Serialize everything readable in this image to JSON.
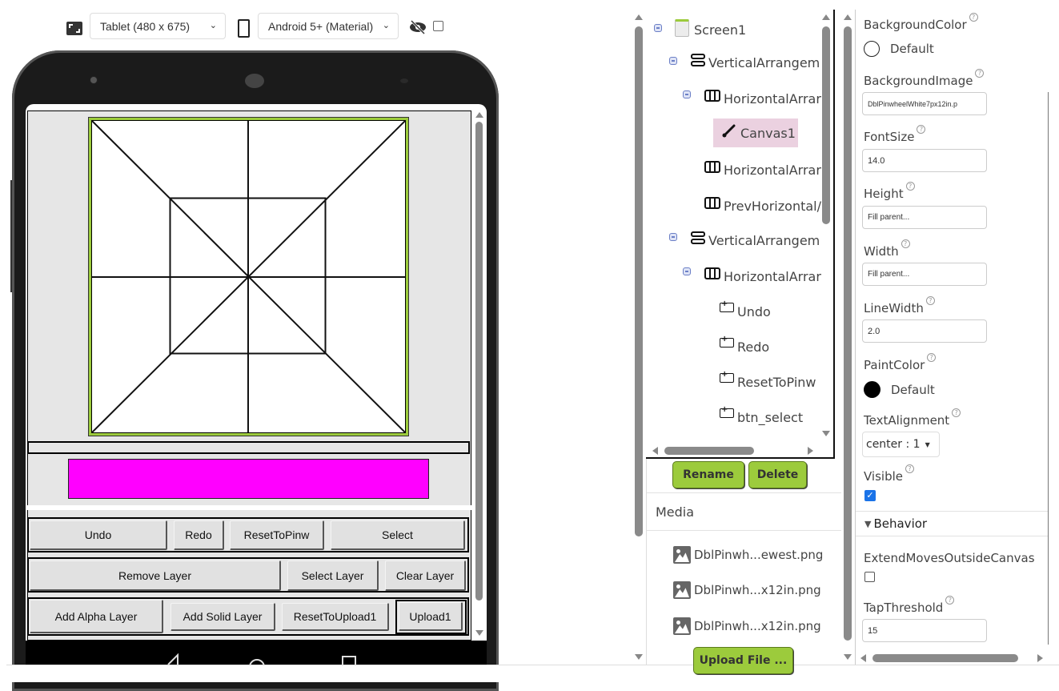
{
  "toolbar": {
    "device_size": "Tablet (480 x 675)",
    "theme": "Android 5+ (Material)",
    "hidden_components_checked": false
  },
  "viewer": {
    "canvas": {
      "background_color": "#ffffff",
      "border_color": "#9ccb3c"
    },
    "color_bar": "#ff00ff",
    "button_rows": [
      [
        "Undo",
        "Redo",
        "ResetToPinw",
        "Select"
      ],
      [
        "Remove Layer",
        "Select Layer",
        "Clear Layer"
      ],
      [
        "Add Alpha Layer",
        "Add Solid Layer",
        "ResetToUpload1",
        "Upload1"
      ]
    ]
  },
  "components": {
    "tree": [
      {
        "label": "Screen1",
        "icon": "screen-icon",
        "level": 0,
        "toggle": true
      },
      {
        "label": "VerticalArrangem",
        "icon": "vertical-arrangement-icon",
        "level": 1,
        "toggle": true
      },
      {
        "label": "HorizontalArrar",
        "icon": "horizontal-arrangement-icon",
        "level": 2,
        "toggle": true
      },
      {
        "label": "Canvas1",
        "icon": "paintbrush-icon",
        "level": 3,
        "selected": true
      },
      {
        "label": "HorizontalArrar",
        "icon": "horizontal-arrangement-icon",
        "level": 2
      },
      {
        "label": "PrevHorizontal/",
        "icon": "horizontal-arrangement-icon",
        "level": 2
      },
      {
        "label": "VerticalArrangem",
        "icon": "vertical-arrangement-icon",
        "level": 1,
        "toggle": true
      },
      {
        "label": "HorizontalArrar",
        "icon": "horizontal-arrangement-icon",
        "level": 2,
        "toggle": true
      },
      {
        "label": "Undo",
        "icon": "button-icon",
        "level": 3
      },
      {
        "label": "Redo",
        "icon": "button-icon",
        "level": 3
      },
      {
        "label": "ResetToPinw",
        "icon": "button-icon",
        "level": 3
      },
      {
        "label": "btn_select",
        "icon": "button-icon",
        "level": 3
      }
    ],
    "rename_label": "Rename",
    "delete_label": "Delete",
    "accent": "#9ccb3c"
  },
  "media": {
    "title": "Media",
    "files": [
      "DblPinwh...ewest.png",
      "DblPinwh...x12in.png",
      "DblPinwh...x12in.png"
    ],
    "upload_label": "Upload File ..."
  },
  "properties": {
    "background_color": {
      "label": "BackgroundColor",
      "value": "Default"
    },
    "background_image": {
      "label": "BackgroundImage",
      "value": "DblPinwheelWhite7px12in.p"
    },
    "font_size": {
      "label": "FontSize",
      "value": "14.0"
    },
    "height": {
      "label": "Height",
      "value": "Fill parent..."
    },
    "width": {
      "label": "Width",
      "value": "Fill parent..."
    },
    "line_width": {
      "label": "LineWidth",
      "value": "2.0"
    },
    "paint_color": {
      "label": "PaintColor",
      "value": "Default"
    },
    "text_alignment": {
      "label": "TextAlignment",
      "value": "center : 1"
    },
    "visible": {
      "label": "Visible",
      "checked": true
    },
    "behavior_section": "Behavior",
    "extend_moves": {
      "label": "ExtendMovesOutsideCanvas",
      "checked": false
    },
    "tap_threshold": {
      "label": "TapThreshold",
      "value": "15"
    }
  }
}
